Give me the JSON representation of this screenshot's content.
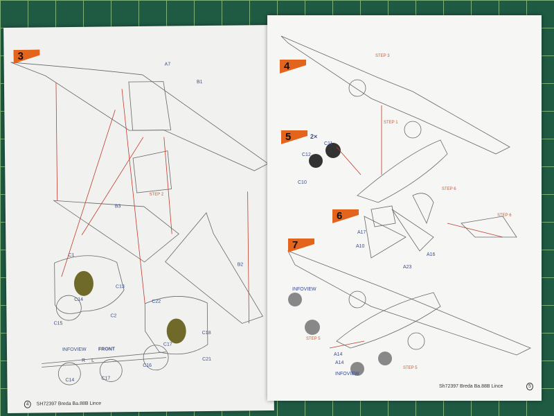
{
  "left_page": {
    "step_number": "3",
    "labels": {
      "a7": "A7",
      "b1": "B1",
      "step2": "STEP 2",
      "b3": "B3",
      "b2": "B2",
      "c1": "C1",
      "c13": "C13",
      "c14": "C14",
      "c15": "C15",
      "c2": "C2",
      "c22": "C22",
      "c18": "C18",
      "c17": "C17",
      "c16": "C16",
      "c21": "C21"
    },
    "infoview": {
      "title": "INFOVIEW",
      "front": "FRONT",
      "r": "R",
      "l": "L",
      "c14": "C14",
      "c17": "C17"
    },
    "footer": {
      "page": "4",
      "text": "SH72397  Breda Ba.88B Lince"
    }
  },
  "right_page": {
    "steps": {
      "s4": "4",
      "s5": "5",
      "s6": "6",
      "s7": "7"
    },
    "labels": {
      "step3": "STEP 3",
      "step1": "STEP 1",
      "qty": "2×",
      "c11": "C11",
      "c12": "C12",
      "c10": "C10",
      "step6a": "STEP 6",
      "step6b": "STEP 6",
      "a17": "A17",
      "a10": "A10",
      "a16": "A16",
      "a23": "A23",
      "infoview1": "INFOVIEW",
      "step5a": "STEP 5",
      "a14a": "A14",
      "a14b": "A14",
      "infoview2": "INFOVIEW",
      "step5b": "STEP 5"
    },
    "footer": {
      "text": "Sh72397  Breda Ba.88B Lince",
      "page": "5"
    }
  },
  "colors": {
    "badge": "#e2641d",
    "arrow": "#c0392b",
    "mat": "#1f5a43",
    "label": "#3a4b8a"
  }
}
